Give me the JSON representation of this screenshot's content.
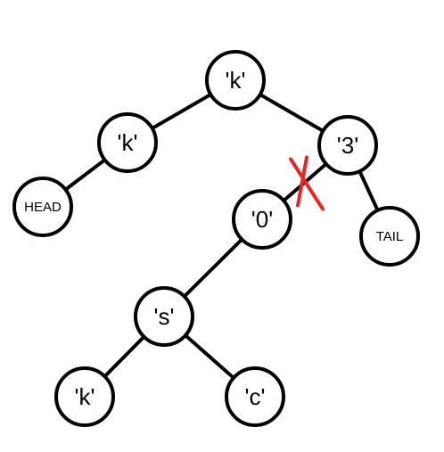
{
  "nodes": [
    {
      "id": "root",
      "label": "'k'"
    },
    {
      "id": "left",
      "label": "'k'"
    },
    {
      "id": "right",
      "label": "'3'"
    },
    {
      "id": "head",
      "label": "HEAD"
    },
    {
      "id": "zero",
      "label": "'0'"
    },
    {
      "id": "tail",
      "label": "TAIL"
    },
    {
      "id": "s",
      "label": "'s'"
    },
    {
      "id": "kleaf",
      "label": "'k'"
    },
    {
      "id": "cleaf",
      "label": "'c'"
    }
  ],
  "edges": [
    {
      "from": "root",
      "to": "left"
    },
    {
      "from": "root",
      "to": "right"
    },
    {
      "from": "left",
      "to": "head"
    },
    {
      "from": "right",
      "to": "zero",
      "cut": true
    },
    {
      "from": "right",
      "to": "tail"
    },
    {
      "from": "zero",
      "to": "s"
    },
    {
      "from": "s",
      "to": "kleaf"
    },
    {
      "from": "s",
      "to": "cleaf"
    }
  ],
  "colors": {
    "stroke": "#000000",
    "cut_mark": "#e8262a",
    "fill": "#ffffff"
  }
}
